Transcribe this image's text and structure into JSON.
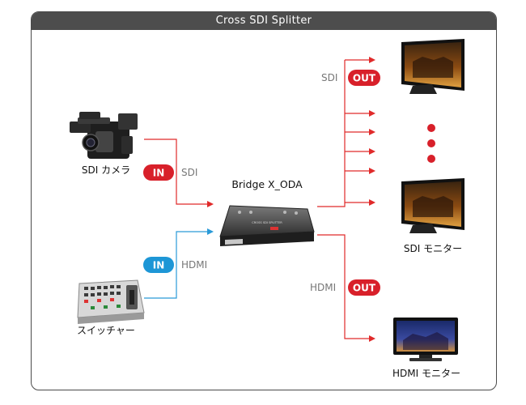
{
  "title": "Cross SDI Splitter",
  "device_label": "Bridge X_ODA",
  "device_panel_text": "CROSS SDI SPLITTER",
  "inputs": {
    "camera": {
      "label": "SDI カメラ",
      "badge": "IN",
      "signal": "SDI"
    },
    "switcher": {
      "label": "スイッチャー",
      "badge": "IN",
      "signal": "HDMI"
    }
  },
  "outputs": {
    "sdi": {
      "badge": "OUT",
      "signal": "SDI",
      "monitor_label": "SDI モニター"
    },
    "hdmi": {
      "badge": "OUT",
      "signal": "HDMI",
      "monitor_label": "HDMI モニター"
    }
  },
  "colors": {
    "sdi_line": "#e02a2a",
    "hdmi_line": "#2a9ad8",
    "badge_red": "#d8202a",
    "badge_blue": "#1d96d6",
    "title_bg": "#4d4d4d",
    "text_gray": "#777777"
  }
}
